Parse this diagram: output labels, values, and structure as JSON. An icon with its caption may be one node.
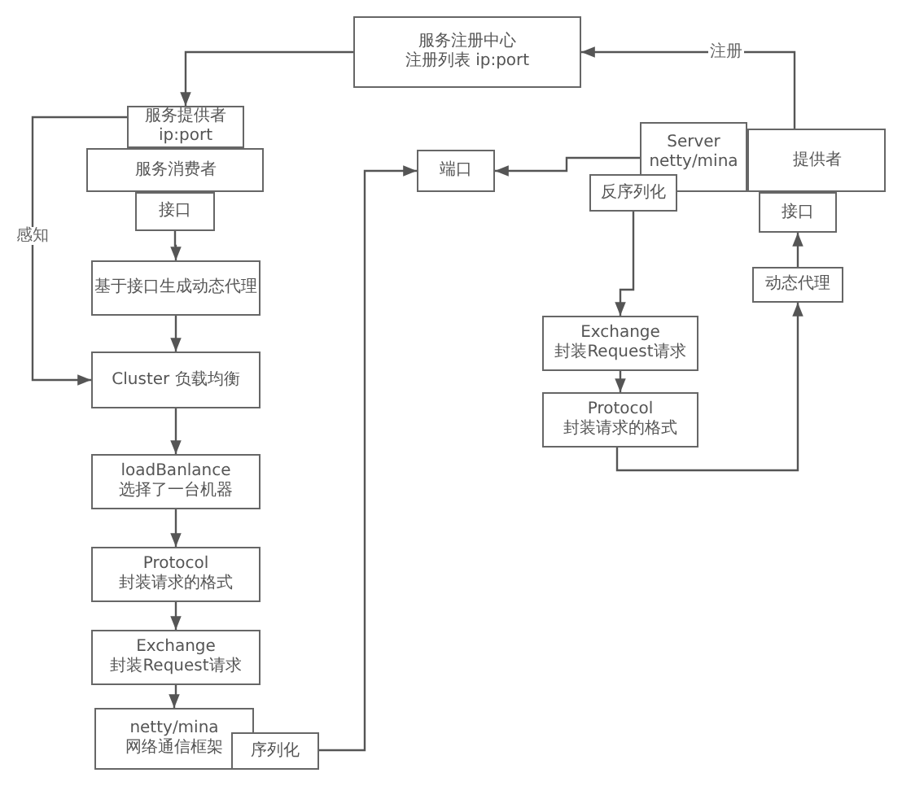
{
  "diagram": {
    "nodes": [
      {
        "text": [
          "服务注册中心",
          "注册列表 ip:port"
        ]
      },
      {
        "text": [
          "服务消费者"
        ]
      },
      {
        "text": [
          "服务提供者",
          "ip:port"
        ]
      },
      {
        "text": [
          "接口"
        ]
      },
      {
        "text": [
          "基于接口生成动态代理"
        ]
      },
      {
        "text": [
          "Cluster 负载均衡"
        ]
      },
      {
        "text": [
          "loadBanlance",
          "选择了一台机器"
        ]
      },
      {
        "text": [
          "Protocol",
          "封装请求的格式"
        ]
      },
      {
        "text": [
          "Exchange",
          "封装Request请求"
        ]
      },
      {
        "text": [
          "netty/mina",
          "网络通信框架"
        ]
      },
      {
        "text": [
          "序列化"
        ]
      },
      {
        "text": [
          "端口"
        ]
      },
      {
        "text": [
          "Server",
          "netty/mina"
        ]
      },
      {
        "text": [
          "提供者"
        ]
      },
      {
        "text": [
          "反序列化"
        ]
      },
      {
        "text": [
          "接口"
        ]
      },
      {
        "text": [
          "动态代理"
        ]
      },
      {
        "text": [
          "Exchange",
          "封装Request请求"
        ]
      },
      {
        "text": [
          "Protocol",
          "封装请求的格式"
        ]
      }
    ],
    "edges": [
      {
        "from": 0,
        "to": 2,
        "arrow": "to"
      },
      {
        "from": 2,
        "to": 5,
        "arrow": "to",
        "label": "感知"
      },
      {
        "from": 3,
        "to": 4,
        "arrow": "to"
      },
      {
        "from": 4,
        "to": 5,
        "arrow": "to"
      },
      {
        "from": 5,
        "to": 6,
        "arrow": "to"
      },
      {
        "from": 6,
        "to": 7,
        "arrow": "to"
      },
      {
        "from": 7,
        "to": 8,
        "arrow": "to"
      },
      {
        "from": 8,
        "to": 9,
        "arrow": "to"
      },
      {
        "from": 10,
        "to": 11,
        "arrow": "to"
      },
      {
        "from": 12,
        "to": 11,
        "arrow": "to"
      },
      {
        "from": 13,
        "to": 0,
        "arrow": "to",
        "label": "注册"
      },
      {
        "from": 14,
        "to": 17,
        "arrow": "to"
      },
      {
        "from": 17,
        "to": 18,
        "arrow": "to"
      },
      {
        "from": 18,
        "to": 16,
        "arrow": "to"
      },
      {
        "from": 16,
        "to": 15,
        "arrow": "to"
      }
    ]
  }
}
